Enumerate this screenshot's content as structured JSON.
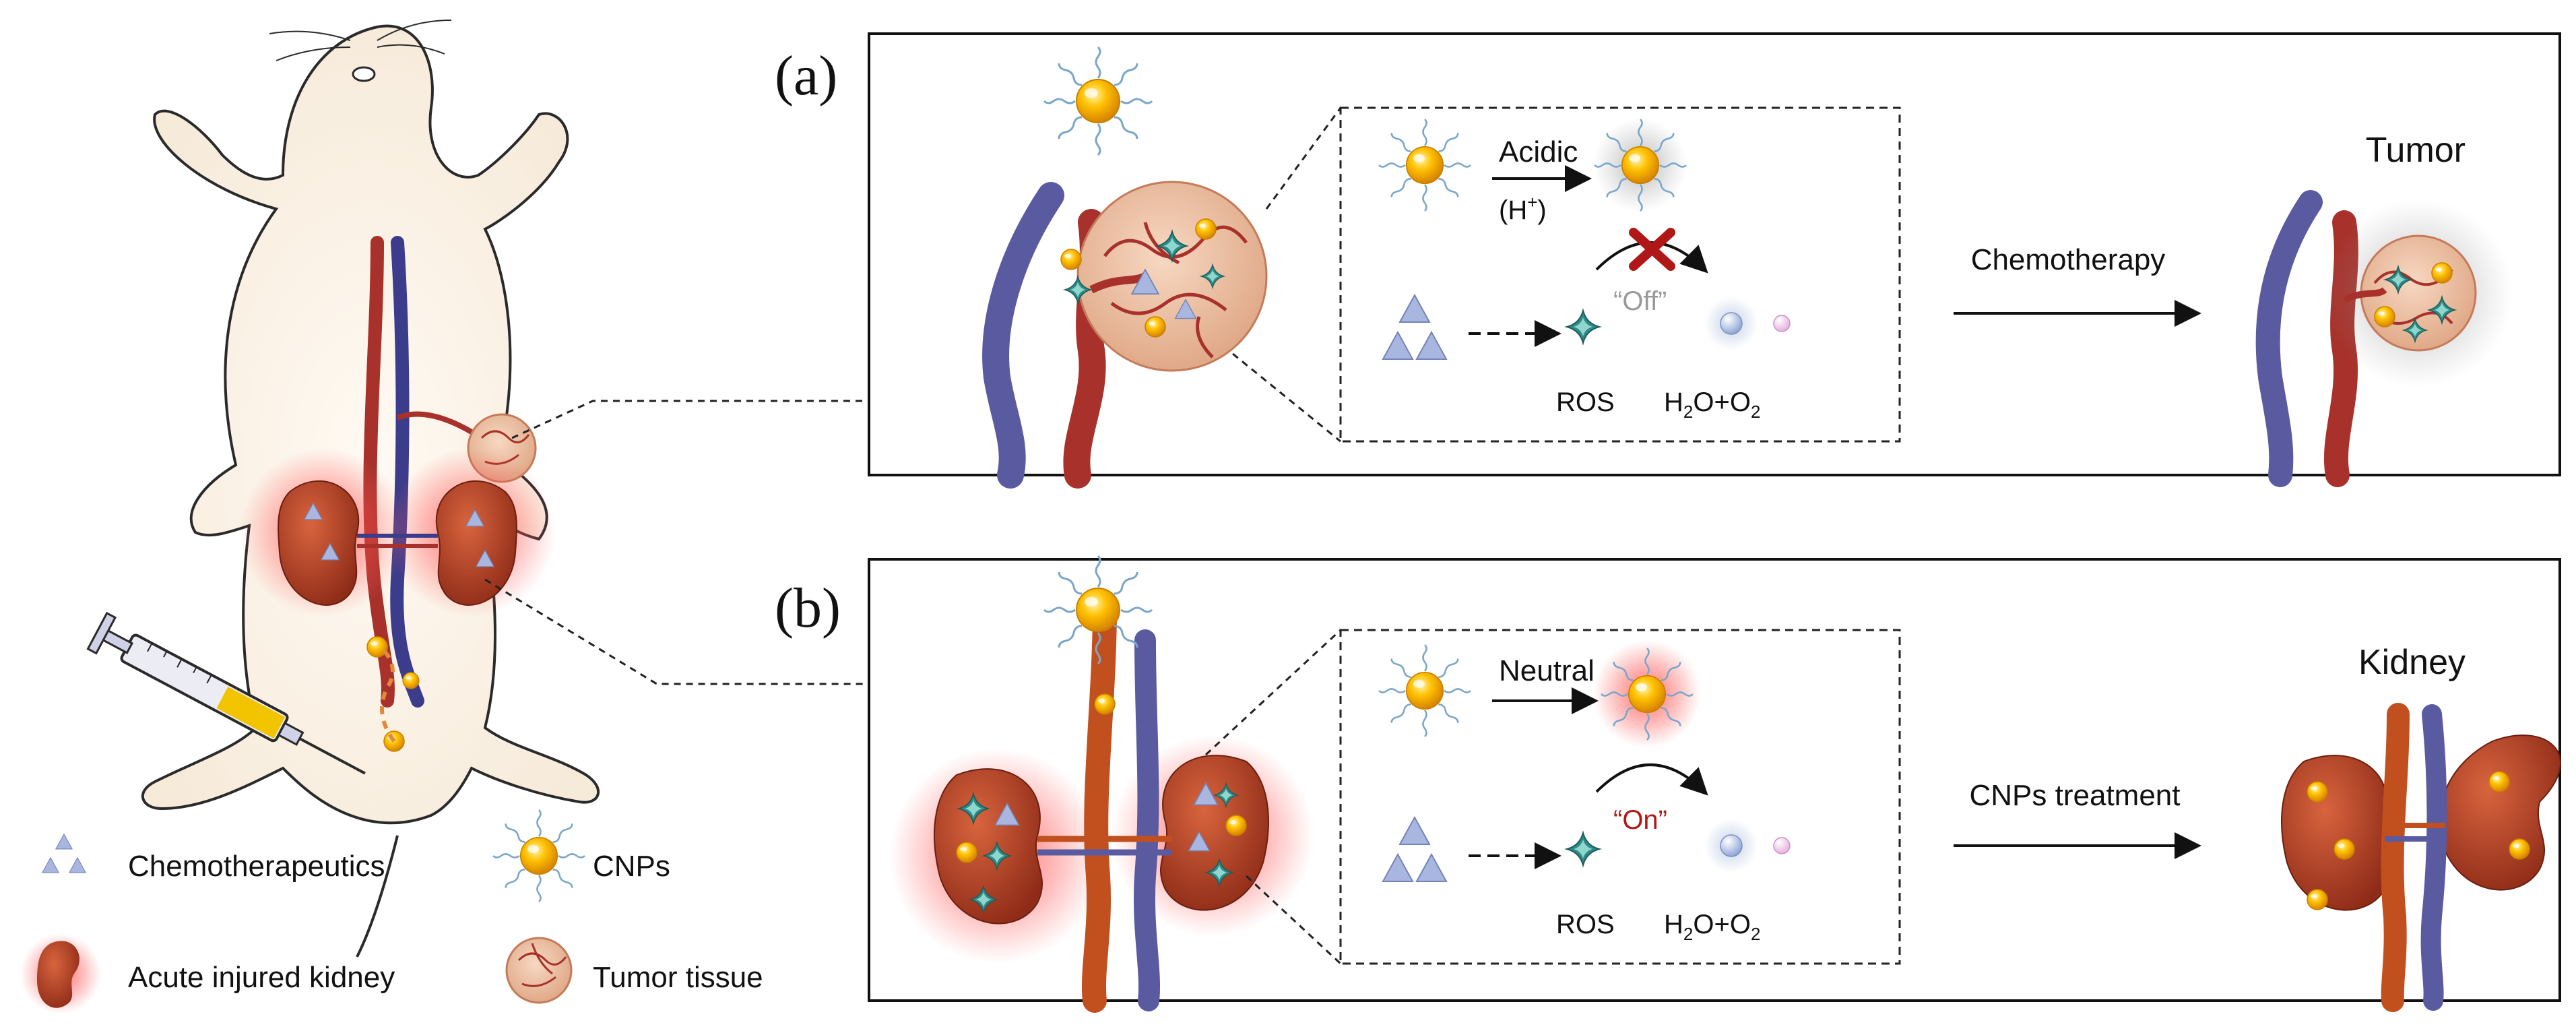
{
  "panels": {
    "a": {
      "label": "(a)",
      "title": "Tumor",
      "condition": "Acidic",
      "condition_sub": "(H",
      "condition_sub_sup": "+",
      "condition_sub_end": ")",
      "state": "“Off”",
      "ros": "ROS",
      "product": "H",
      "product_sub1": "2",
      "product_mid": "O+O",
      "product_sub2": "2",
      "outcome": "Chemotherapy"
    },
    "b": {
      "label": "(b)",
      "title": "Kidney",
      "condition": "Neutral",
      "state": "“On”",
      "ros": "ROS",
      "product": "H",
      "product_sub1": "2",
      "product_mid": "O+O",
      "product_sub2": "2",
      "outcome": "CNPs treatment"
    }
  },
  "legend": {
    "chemo": "Chemotherapeutics",
    "cnps": "CNPs",
    "kidney": "Acute injured kidney",
    "tumor": "Tumor tissue"
  },
  "colors": {
    "vein": "#5a5aa0",
    "artery": "#a8312b",
    "kidney": "#b8442a",
    "glow": "#ff4040",
    "nanoparticle": "#f5b800",
    "ros": "#2e8b86",
    "drug": "#9aa9d6",
    "off_text": "#9a9a9a",
    "on_text": "#b01818",
    "cross": "#b01818"
  }
}
